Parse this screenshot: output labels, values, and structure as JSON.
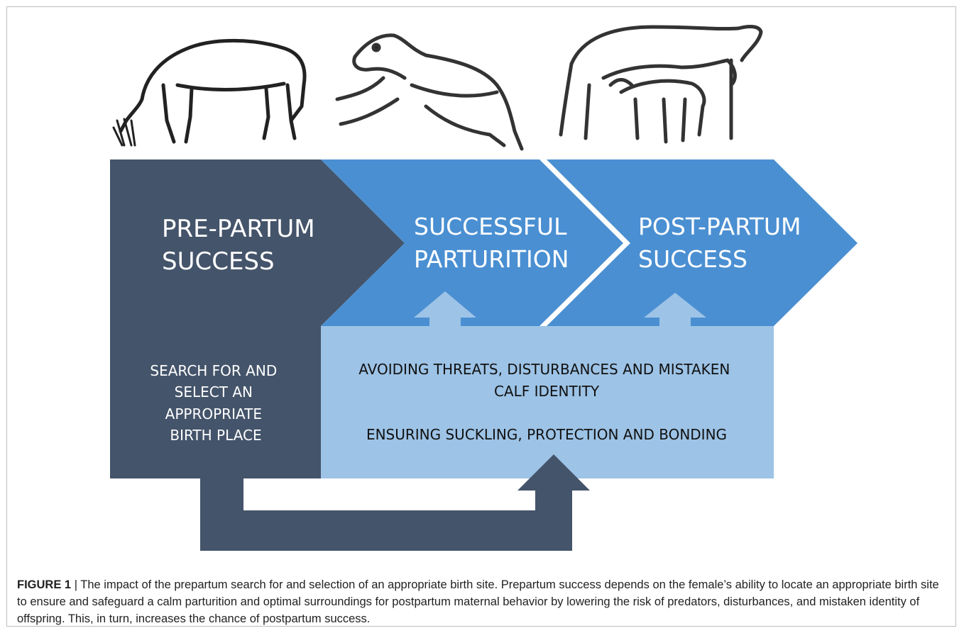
{
  "diagram": {
    "stages": [
      {
        "lines": [
          "PRE-PARTUM",
          "SUCCESS"
        ]
      },
      {
        "lines": [
          "SUCCESSFUL",
          "PARTURITION"
        ]
      },
      {
        "lines": [
          "POST-PARTUM",
          "SUCCESS"
        ]
      }
    ],
    "birth_place_box": {
      "lines": [
        "SEARCH FOR AND",
        "SELECT AN",
        "APPROPRIATE",
        "BIRTH PLACE"
      ]
    },
    "outcomes_box": {
      "item1_lines": [
        "AVOIDING THREATS, DISTURBANCES AND MISTAKEN",
        "CALF IDENTITY"
      ],
      "item2": "ENSURING SUCKLING, PROTECTION AND BONDING"
    },
    "colors": {
      "dark": "#44546a",
      "blue": "#4a8fd2",
      "light_blue": "#9dc3e6"
    }
  },
  "caption": {
    "label": "FIGURE 1",
    "text": " | The impact of the prepartum search for and selection of an appropriate birth site. Prepartum success depends on the female’s ability to locate an appropriate birth site to ensure and safeguard a calm parturition and optimal surroundings for postpartum maternal behavior by lowering the risk of predators, disturbances, and mistaken identity of offspring. This, in turn, increases the chance of postpartum success."
  }
}
